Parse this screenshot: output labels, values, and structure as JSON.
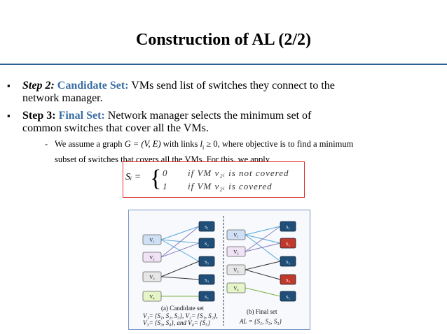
{
  "slide": {
    "title": "Construction of AL (2/2)",
    "bullet1": {
      "step": "Step 2:",
      "label": "Candidate Set:",
      "text": "VMs send list of switches they connect to the",
      "text2": "network manager."
    },
    "bullet2": {
      "step": "Step 3:",
      "label": "Final Set:",
      "text": "Network manager selects the minimum set of",
      "text2": "common switches that cover all the VMs."
    },
    "subbullet": {
      "line1_a": "We assume a graph ",
      "line1_g": "G = (V, E)",
      "line1_b": " with links ",
      "line1_l": "l",
      "line1_sub": "i",
      "line1_c": " ≥ 0, where objective is to find a minimum",
      "line2": "subset of switches that covers all the VMs. For this, we apply"
    },
    "formula": {
      "lhs": "Sᵢ =",
      "row1_val": "0",
      "row1_cond": "if VM v₂ᵢ is not covered",
      "row2_val": "1",
      "row2_cond": "if VM v₂ᵢ is covered"
    },
    "figure": {
      "left_caption_title": "(a)   Candidate set",
      "left_caption_l1": "V₁= {S₁, S₂, S₃}, V₂= {S₁, S₂},",
      "left_caption_l2": "V₃= {S₃, S₄}, and V₄= {S₅}",
      "right_caption_title": "(b) Final set",
      "right_caption_l1": "AL = {S₁, S₃, S₅}",
      "vm_labels": [
        "V₁",
        "V₂",
        "V₃",
        "V₄"
      ],
      "switch_labels": [
        "S₁",
        "S₂",
        "S₃",
        "S₄",
        "S₅"
      ],
      "colors": {
        "v1": "#cfe0f5",
        "v2": "#efe3f5",
        "v3": "#e6e6e6",
        "v4": "#e6f5c8",
        "switch": "#1f4e79",
        "switch_removed": "#c0392b",
        "link_v1": "#5aa7d6",
        "link_v2": "#8a7fc0",
        "link_v3": "#333333",
        "link_v4": "#7cb342"
      }
    }
  }
}
